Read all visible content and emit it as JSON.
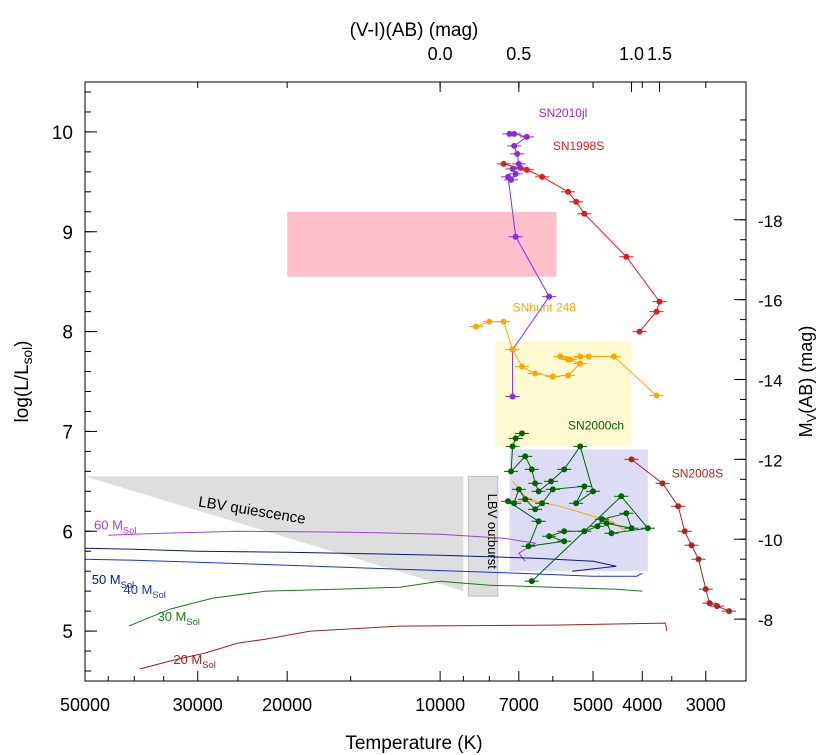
{
  "chart_data": {
    "type": "scatter",
    "title": "",
    "xlabel": "Temperature (K)",
    "ylabel": "log(L/L",
    "ylabel_sub": "sol",
    "ylabel_close": ")",
    "x_scale": "log",
    "x_reversed": true,
    "xlim": [
      50000,
      2500
    ],
    "ylim": [
      4.5,
      10.5
    ],
    "x_ticks": [
      50000,
      30000,
      20000,
      10000,
      7000,
      5000,
      4000,
      3000
    ],
    "x_tick_labels": [
      "50000",
      "30000",
      "20000",
      "10000",
      "7000",
      "5000",
      "4000",
      "3000"
    ],
    "y_ticks": [
      5,
      6,
      7,
      8,
      9,
      10
    ],
    "y_tick_labels": [
      "5",
      "6",
      "7",
      "8",
      "9",
      "10"
    ],
    "top_axis": {
      "label": "(V-I)(AB)  (mag)",
      "ticks": [
        {
          "label": "0.0",
          "temperature": 10000
        },
        {
          "label": "0.5",
          "temperature": 7000
        },
        {
          "label": "1.0",
          "temperature": 4200
        },
        {
          "label": "1.5",
          "temperature": 3700
        }
      ]
    },
    "right_axis": {
      "label": "M",
      "label_sub": "V",
      "label_close": "(AB)  (mag)",
      "ticks": [
        {
          "label": "-18",
          "logL": 9.12
        },
        {
          "label": "-16",
          "logL": 8.32
        },
        {
          "label": "-14",
          "logL": 7.52
        },
        {
          "label": "-12",
          "logL": 6.72
        },
        {
          "label": "-10",
          "logL": 5.92
        },
        {
          "label": "-8",
          "logL": 5.12
        }
      ]
    },
    "regions": [
      {
        "name": "pink-box",
        "color": "#ffc0cb",
        "t_hot": 20000,
        "t_cool": 5900,
        "logL_low": 8.55,
        "logL_high": 9.2
      },
      {
        "name": "yellow-box",
        "color": "#fffad2",
        "t_hot": 7800,
        "t_cool": 4200,
        "logL_low": 6.85,
        "logL_high": 7.9
      },
      {
        "name": "lavender-box",
        "color": "#dcdcf5",
        "t_hot": 7300,
        "t_cool": 3900,
        "logL_low": 5.6,
        "logL_high": 6.82
      }
    ],
    "lbv_quiescence": {
      "label": "LBV quiescence",
      "color": "#dedede",
      "t_hot": 50000,
      "logL_top": 6.55,
      "band_logL": [
        6.55,
        5.85
      ],
      "t_cool": 9000,
      "logL_bottom": 5.4
    },
    "lbv_outburst": {
      "label": "LBV outburst",
      "color": "#dedede",
      "border_color": "#bebebe",
      "t_hot": 8800,
      "t_cool": 7700,
      "logL_low": 5.35,
      "logL_high": 6.55
    },
    "tracks": [
      {
        "mass": "60",
        "color": "#a040e0",
        "label_mass": "60 M",
        "label_sub": "Sol",
        "points": [
          [
            45000,
            5.96
          ],
          [
            35000,
            5.98
          ],
          [
            25000,
            6.0
          ],
          [
            15000,
            5.99
          ],
          [
            10000,
            5.97
          ],
          [
            7500,
            5.93
          ],
          [
            6500,
            5.88
          ],
          [
            7000,
            5.78
          ],
          [
            6800,
            5.7
          ]
        ]
      },
      {
        "mass": "50",
        "color": "#0a1a7a",
        "label_mass": "50 M",
        "label_sub": "Sol",
        "points": [
          [
            50000,
            5.83
          ],
          [
            40000,
            5.82
          ],
          [
            30000,
            5.8
          ],
          [
            20000,
            5.79
          ],
          [
            10000,
            5.76
          ],
          [
            6500,
            5.73
          ],
          [
            5000,
            5.7
          ],
          [
            4500,
            5.65
          ],
          [
            5500,
            5.6
          ]
        ]
      },
      {
        "mass": "40",
        "color": "#1c2ee0",
        "label_mass": "40 M",
        "label_sub": "Sol",
        "points": [
          [
            50000,
            5.72
          ],
          [
            40000,
            5.71
          ],
          [
            30000,
            5.69
          ],
          [
            20000,
            5.66
          ],
          [
            12000,
            5.62
          ],
          [
            7000,
            5.58
          ],
          [
            5000,
            5.55
          ],
          [
            4100,
            5.55
          ],
          [
            4000,
            5.58
          ]
        ]
      },
      {
        "mass": "30",
        "color": "#1a7a1a",
        "label_mass": "30 M",
        "label_sub": "Sol",
        "points": [
          [
            41000,
            5.05
          ],
          [
            34000,
            5.22
          ],
          [
            28000,
            5.33
          ],
          [
            22000,
            5.4
          ],
          [
            16000,
            5.42
          ],
          [
            12000,
            5.44
          ],
          [
            10000,
            5.5
          ],
          [
            8000,
            5.46
          ],
          [
            6000,
            5.44
          ],
          [
            4500,
            5.42
          ],
          [
            4000,
            5.4
          ]
        ]
      },
      {
        "mass": "20",
        "color": "#a02020",
        "label_mass": "20 M",
        "label_sub": "Sol",
        "points": [
          [
            39000,
            4.62
          ],
          [
            34000,
            4.7
          ],
          [
            29000,
            4.78
          ],
          [
            25000,
            4.88
          ],
          [
            22000,
            4.92
          ],
          [
            18000,
            5.0
          ],
          [
            12000,
            5.05
          ],
          [
            6000,
            5.06
          ],
          [
            3600,
            5.08
          ],
          [
            3580,
            5.0
          ]
        ]
      }
    ],
    "series": [
      {
        "name": "SN2010jl",
        "color": "#8a2be2",
        "points": [
          [
            7300,
            9.98
          ],
          [
            7150,
            9.98
          ],
          [
            6750,
            9.95
          ],
          [
            7150,
            9.86
          ],
          [
            7050,
            9.78
          ],
          [
            7000,
            9.68
          ],
          [
            6950,
            9.64
          ],
          [
            7200,
            9.63
          ],
          [
            7100,
            9.58
          ],
          [
            7250,
            9.52
          ],
          [
            7350,
            9.55
          ],
          [
            7100,
            8.95
          ],
          [
            6100,
            8.35
          ],
          [
            7200,
            7.82
          ],
          [
            7200,
            7.35
          ]
        ]
      },
      {
        "name": "SN1998S",
        "color": "#e41a1c",
        "points": [
          [
            7500,
            9.68
          ],
          [
            6750,
            9.62
          ],
          [
            6300,
            9.55
          ],
          [
            5600,
            9.4
          ],
          [
            5400,
            9.3
          ],
          [
            5200,
            9.18
          ],
          [
            4300,
            8.75
          ],
          [
            3700,
            8.3
          ],
          [
            3750,
            8.2
          ],
          [
            4050,
            8.0
          ]
        ]
      },
      {
        "name": "SNhunt 248",
        "color": "#ffa500",
        "points": [
          [
            8500,
            8.05
          ],
          [
            8000,
            8.1
          ],
          [
            7500,
            8.1
          ],
          [
            7200,
            7.82
          ],
          [
            6900,
            7.65
          ],
          [
            6500,
            7.58
          ],
          [
            6000,
            7.55
          ],
          [
            5600,
            7.56
          ],
          [
            5300,
            7.68
          ],
          [
            5550,
            7.72
          ],
          [
            5800,
            7.75
          ],
          [
            5600,
            7.72
          ],
          [
            5300,
            7.75
          ],
          [
            5100,
            7.75
          ],
          [
            4550,
            7.75
          ],
          [
            3750,
            7.36
          ]
        ]
      },
      {
        "name": "SN2000ch",
        "color": "#006400",
        "points": [
          [
            6900,
            6.98
          ],
          [
            7100,
            6.93
          ],
          [
            7200,
            6.85
          ],
          [
            7250,
            6.6
          ],
          [
            6800,
            6.75
          ],
          [
            6600,
            6.62
          ],
          [
            6500,
            6.48
          ],
          [
            6400,
            6.4
          ],
          [
            6050,
            6.5
          ],
          [
            5700,
            6.62
          ],
          [
            5300,
            6.85
          ],
          [
            5000,
            6.4
          ],
          [
            5400,
            6.28
          ],
          [
            5200,
            6.45
          ],
          [
            6000,
            6.42
          ],
          [
            6300,
            6.28
          ],
          [
            6500,
            6.22
          ],
          [
            6800,
            6.32
          ],
          [
            7000,
            6.42
          ],
          [
            7150,
            6.28
          ],
          [
            7350,
            6.3
          ],
          [
            6400,
            6.1
          ],
          [
            6700,
            5.85
          ],
          [
            5700,
            5.9
          ],
          [
            6100,
            5.95
          ],
          [
            5700,
            6.0
          ],
          [
            5200,
            6.0
          ],
          [
            4900,
            6.05
          ],
          [
            4800,
            6.12
          ],
          [
            4300,
            6.18
          ],
          [
            4200,
            6.03
          ],
          [
            4700,
            6.08
          ],
          [
            4600,
            5.98
          ],
          [
            3900,
            6.03
          ],
          [
            4400,
            6.35
          ],
          [
            6600,
            5.5
          ]
        ]
      },
      {
        "name": "SN2008S",
        "color": "#b22222",
        "points": [
          [
            4200,
            6.72
          ],
          [
            3650,
            6.48
          ],
          [
            3400,
            6.25
          ],
          [
            3300,
            6.0
          ],
          [
            3200,
            5.86
          ],
          [
            3100,
            5.72
          ],
          [
            3000,
            5.42
          ],
          [
            2950,
            5.28
          ],
          [
            2850,
            5.25
          ],
          [
            2700,
            5.2
          ]
        ]
      }
    ],
    "snhunt_extra_segments": [
      [
        [
          7300,
          6.3
        ],
        [
          6500,
          6.3
        ],
        [
          5800,
          6.25
        ],
        [
          5000,
          6.15
        ],
        [
          4600,
          6.1
        ],
        [
          4300,
          6.0
        ]
      ],
      [
        [
          7200,
          6.5
        ],
        [
          6800,
          6.35
        ],
        [
          6200,
          6.25
        ]
      ]
    ],
    "series_labels": [
      {
        "name": "SN2010jl",
        "color": "#8a2be2",
        "t": 6400,
        "logL": 10.15
      },
      {
        "name": "SN1998S",
        "color": "#e41a1c",
        "t": 6000,
        "logL": 9.82
      },
      {
        "name": "SNhunt 248",
        "color": "#ffa500",
        "t": 7200,
        "logL": 8.2
      },
      {
        "name": "SN2000ch",
        "color": "#006400",
        "t": 5600,
        "logL": 7.02
      },
      {
        "name": "SN2008S",
        "color": "#b22222",
        "t": 3500,
        "logL": 6.54
      }
    ],
    "track_labels": [
      {
        "mass": "60",
        "t": 48000,
        "logL": 6.02
      },
      {
        "mass": "50",
        "t": 48500,
        "logL": 5.47
      },
      {
        "mass": "40",
        "t": 42000,
        "logL": 5.37
      },
      {
        "mass": "30",
        "t": 36000,
        "logL": 5.1
      },
      {
        "mass": "20",
        "t": 33500,
        "logL": 4.67
      }
    ]
  }
}
